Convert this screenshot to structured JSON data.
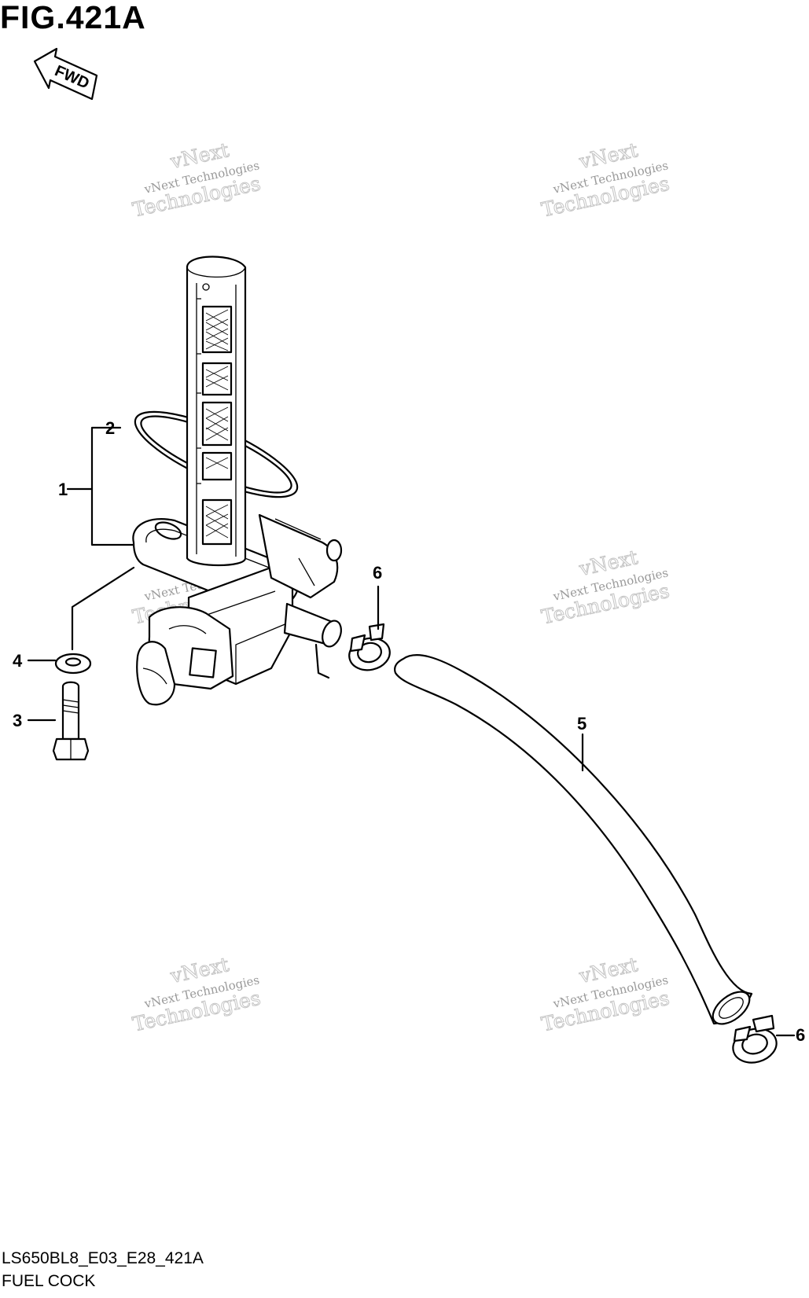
{
  "figure": {
    "title": "FIG.421A",
    "fwd_label": "FWD",
    "drawing_code": "LS650BL8_E03_E28_421A",
    "part_name": "FUEL COCK"
  },
  "callouts": [
    {
      "id": "1",
      "label": "1"
    },
    {
      "id": "2",
      "label": "2"
    },
    {
      "id": "3",
      "label": "3"
    },
    {
      "id": "4",
      "label": "4"
    },
    {
      "id": "5",
      "label": "5"
    },
    {
      "id": "6a",
      "label": "6"
    },
    {
      "id": "6b",
      "label": "6"
    }
  ],
  "watermark": {
    "line1": "vNext Technologies",
    "line2": "vNext",
    "line3": "Technologies"
  }
}
